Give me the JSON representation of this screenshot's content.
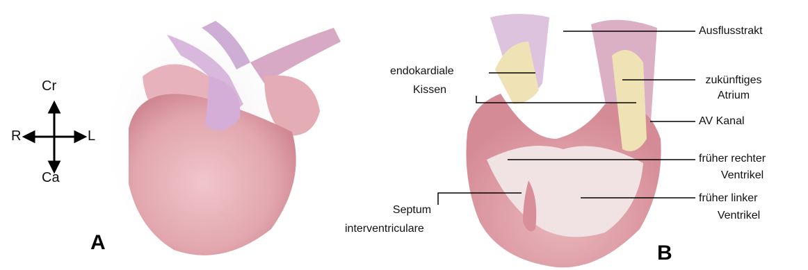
{
  "panels": {
    "a": {
      "letter": "A"
    },
    "b": {
      "letter": "B"
    }
  },
  "orientation": {
    "cranial": "Cr",
    "caudal": "Ca",
    "right": "R",
    "left": "L"
  },
  "labels": {
    "outflow": "Ausflusstrakt",
    "cushion_1": "endokardiale",
    "cushion_2": "Kissen",
    "atrium_1": "zukünftiges",
    "atrium_2": "Atrium",
    "av_canal": "AV Kanal",
    "rv_1": "früher rechter",
    "rv_2": "Ventrikel",
    "lv_1": "früher linker",
    "lv_2": "Ventrikel",
    "septum_1": "Septum",
    "septum_2": "interventriculare"
  },
  "colors": {
    "heart": "#e9b3b9",
    "heart_dark": "#d58b96",
    "cushion": "#efe3b6",
    "vessel": "#c9a8d2",
    "inner": "#f3e4e6"
  }
}
